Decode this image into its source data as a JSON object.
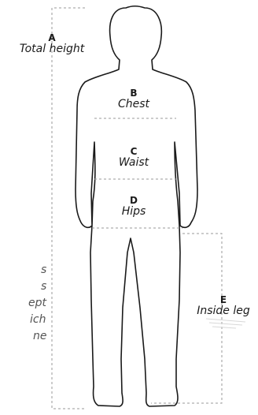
{
  "measurements": [
    {
      "letter": "A",
      "name": "Total height"
    },
    {
      "letter": "B",
      "name": "Chest"
    },
    {
      "letter": "C",
      "name": "Waist"
    },
    {
      "letter": "D",
      "name": "Hips"
    },
    {
      "letter": "E",
      "name": "Inside leg"
    }
  ],
  "side_text_fragments": [
    "s",
    "s",
    "ept",
    "ich",
    "ne"
  ],
  "colors": {
    "outline": "#1a1a1a",
    "guide_line": "#9a9a9a",
    "text": "#1a1a1a",
    "side_text": "#555555"
  }
}
